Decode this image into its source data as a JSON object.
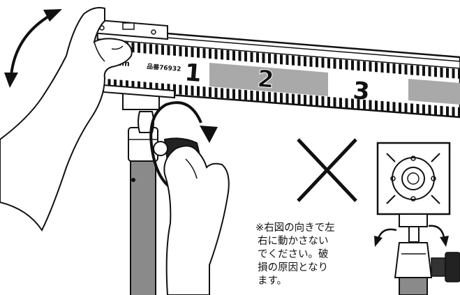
{
  "ruler": {
    "unit_label": "0cm",
    "product_code": "品番76932",
    "numbers": [
      "1",
      "2",
      "3"
    ]
  },
  "note": {
    "lines": [
      "※右図の向きで左",
      "右に動かさない",
      "でください。破",
      "損の原因となり",
      "ます。"
    ]
  },
  "colors": {
    "ink": "#111111",
    "gray_band": "#a9a9a9",
    "pole": "#8a8a8a"
  }
}
